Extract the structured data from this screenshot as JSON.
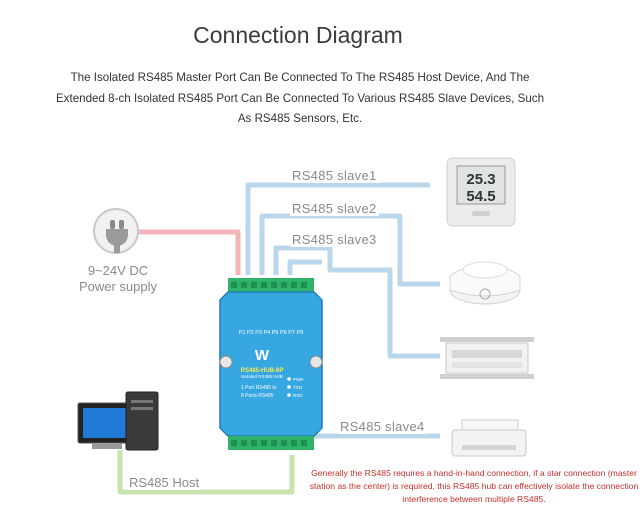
{
  "title": "Connection Diagram",
  "description": [
    "The Isolated RS485 Master Port Can Be Connected To The RS485 Host Device, And The",
    "Extended 8-ch Isolated RS485 Port Can Be Connected To Various RS485 Slave Devices, Such",
    "As RS485 Sensors, Etc."
  ],
  "power": {
    "line1": "9~24V DC",
    "line2": "Power supply"
  },
  "slaves": {
    "slave1": "RS485 slave1",
    "slave2": "RS485 slave2",
    "slave3": "RS485 slave3",
    "slave4": "RS485 slave4"
  },
  "host": "RS485 Host",
  "hub": {
    "model": "RS485-HUB-8P",
    "subtitle": "Isolated RS485 HUB",
    "ports_top": "P1 P2 P3 P4 P5 P6 P7 P8",
    "desc_line1": "1 Port RS485 to",
    "desc_line2": "8 Ports RS485",
    "leds": [
      "PWR",
      "TXD",
      "RXD"
    ]
  },
  "sensor_display": {
    "temp": "25.3",
    "hum": "54.5"
  },
  "note": [
    "Generally the RS485 requires a hand-in-hand connection, if a star connection (master",
    "station as the center) is required, this RS485 hub can effectively isolate the connection",
    "interference between multiple RS485."
  ],
  "colors": {
    "power_line": "#f2b5b8",
    "slave_line": "#b9d6ea",
    "host_line": "#c6e3b0",
    "hub_body": "#33a6e0",
    "note_text": "#c9302c"
  }
}
